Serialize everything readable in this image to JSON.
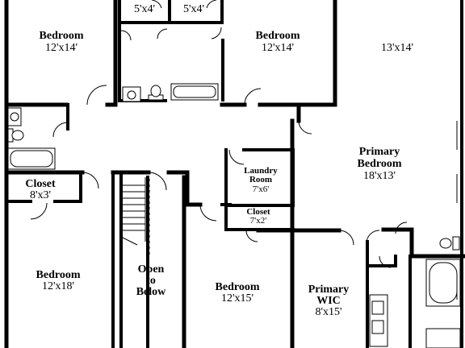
{
  "rooms": {
    "closet_top_left": {
      "size": "5'x4'"
    },
    "closet_top_right": {
      "size": "5'x4'"
    },
    "bedroom_top_left": {
      "name": "Bedroom",
      "size": "12'x14'"
    },
    "bedroom_top_mid": {
      "name": "Bedroom",
      "size": "12'x14'"
    },
    "room_top_right": {
      "size": "13'x14'"
    },
    "primary_bedroom": {
      "name_line1": "Primary",
      "name_line2": "Bedroom",
      "size": "18'x13'"
    },
    "laundry": {
      "name_line1": "Laundry",
      "name_line2": "Room",
      "size": "7'x6'"
    },
    "closet_mid": {
      "name": "Closet",
      "size": "7'x2'"
    },
    "closet_left": {
      "name": "Closet",
      "size": "8'x3'"
    },
    "bedroom_bottom_left": {
      "name": "Bedroom",
      "size": "12'x18'"
    },
    "open_to_below": {
      "line1": "Open",
      "line2": "to",
      "line3": "Below"
    },
    "bedroom_bottom_mid": {
      "name": "Bedroom",
      "size": "12'x15'"
    },
    "primary_wic": {
      "name_line1": "Primary",
      "name_line2": "WIC",
      "size": "8'x15'"
    }
  }
}
